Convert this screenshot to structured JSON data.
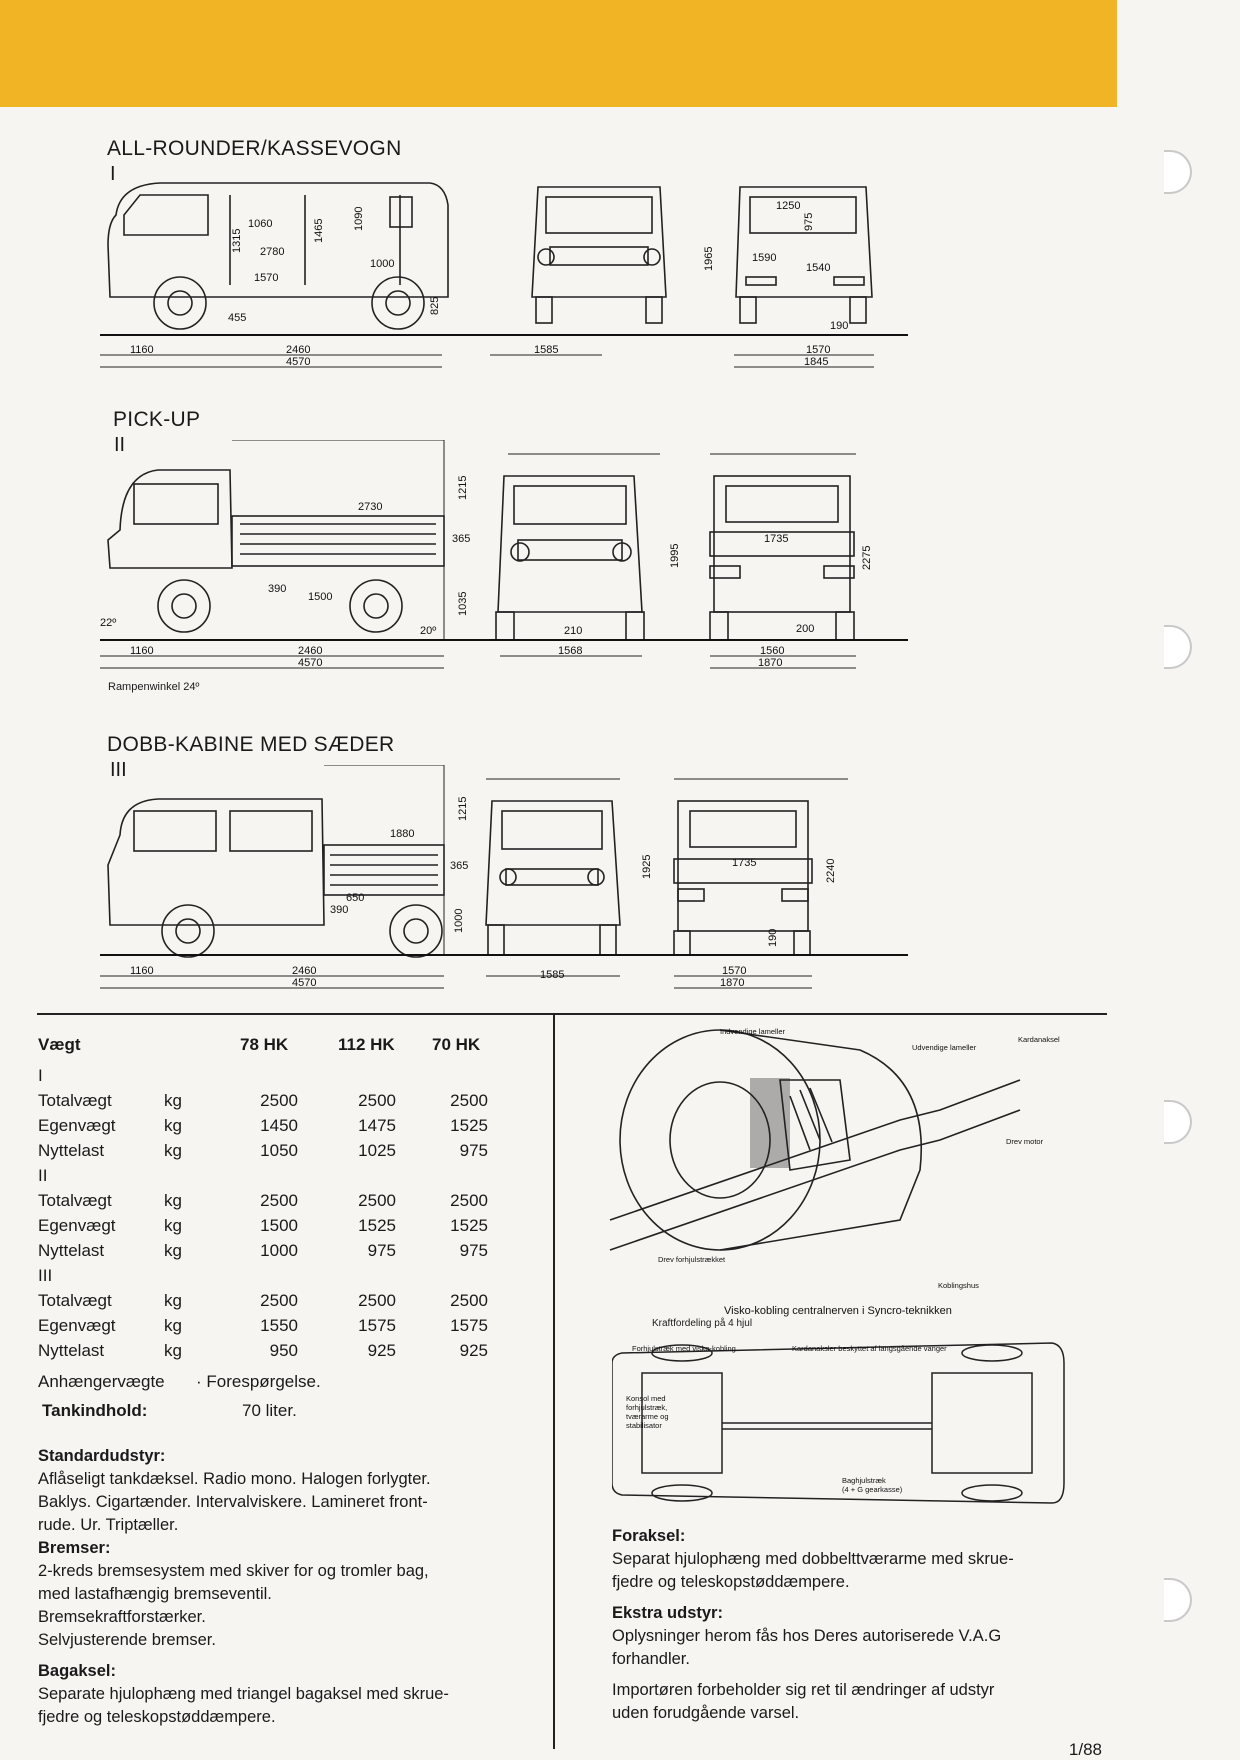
{
  "sections": [
    {
      "title": "ALL-ROUNDER/KASSEVOGN",
      "numeral": "I",
      "dims": [
        "1060",
        "2780",
        "1570",
        "1315",
        "1465",
        "1090",
        "1000",
        "825",
        "455",
        "1160",
        "2460",
        "4570",
        "1585",
        "1965",
        "1250",
        "975",
        "1590",
        "1540",
        "190",
        "1570",
        "1845"
      ]
    },
    {
      "title": "PICK-UP",
      "numeral": "II",
      "dims": [
        "2730",
        "1215",
        "365",
        "390",
        "1500",
        "1035",
        "22º",
        "20º",
        "1160",
        "2460",
        "4570",
        "210",
        "1568",
        "1995",
        "1735",
        "2275",
        "200",
        "1560",
        "1870"
      ],
      "caption": "Rampenwinkel 24º"
    },
    {
      "title": "DOBB-KABINE MED SÆDER",
      "numeral": "III",
      "dims": [
        "1880",
        "1215",
        "365",
        "650",
        "390",
        "1000",
        "1160",
        "2460",
        "4570",
        "1585",
        "1925",
        "1735",
        "2240",
        "190",
        "1570",
        "1870"
      ]
    }
  ],
  "weights": {
    "header": {
      "label": "Vægt",
      "cols": [
        "78 HK",
        "112 HK",
        "70 HK"
      ]
    },
    "groups": [
      {
        "numeral": "I",
        "rows": [
          {
            "label": "Totalvægt",
            "unit": "kg",
            "v": [
              "2500",
              "2500",
              "2500"
            ]
          },
          {
            "label": "Egenvægt",
            "unit": "kg",
            "v": [
              "1450",
              "1475",
              "1525"
            ]
          },
          {
            "label": "Nyttelast",
            "unit": "kg",
            "v": [
              "1050",
              "1025",
              "975"
            ]
          }
        ]
      },
      {
        "numeral": "II",
        "rows": [
          {
            "label": "Totalvægt",
            "unit": "kg",
            "v": [
              "2500",
              "2500",
              "2500"
            ]
          },
          {
            "label": "Egenvægt",
            "unit": "kg",
            "v": [
              "1500",
              "1525",
              "1525"
            ]
          },
          {
            "label": "Nyttelast",
            "unit": "kg",
            "v": [
              "1000",
              "975",
              "975"
            ]
          }
        ]
      },
      {
        "numeral": "III",
        "rows": [
          {
            "label": "Totalvægt",
            "unit": "kg",
            "v": [
              "2500",
              "2500",
              "2500"
            ]
          },
          {
            "label": "Egenvægt",
            "unit": "kg",
            "v": [
              "1550",
              "1575",
              "1575"
            ]
          },
          {
            "label": "Nyttelast",
            "unit": "kg",
            "v": [
              "950",
              "925",
              "925"
            ]
          }
        ]
      }
    ],
    "trailer_label": "Anhængervægte",
    "trailer_value": "· Forespørgelse.",
    "tank_label": "Tankindhold:",
    "tank_value": "70 liter."
  },
  "left_text": {
    "std_head": "Standardudstyr:",
    "std_l1": "Aflåseligt tankdæksel. Radio mono. Halogen forlygter.",
    "std_l2": "Baklys. Cigartænder. Intervalviskere. Lamineret front-",
    "std_l3": "rude. Ur. Triptæller.",
    "brk_head": "Bremser:",
    "brk_l1": "2-kreds bremsesystem med skiver for og tromler bag,",
    "brk_l2": "med lastafhængig bremseventil.",
    "brk_l3": "Bremsekraftforstærker.",
    "brk_l4": "Selvjusterende bremser.",
    "rear_head": "Bagaksel:",
    "rear_l1": "Separate hjulophæng med triangel bagaksel med skrue-",
    "rear_l2": "fjedre og teleskopstøddæmpere."
  },
  "figure_labels": {
    "inner_plates": "Indvendige lameller",
    "outer_plates": "Udvendige lameller",
    "prop_shaft": "Kardanaksel",
    "drive_motor": "Drev motor",
    "drive_front": "Drev forhjulstrækket",
    "housing": "Koblingshus",
    "caption1": "Visko-kobling centralnerven i Syncro-teknikken",
    "caption2": "Kraftfordeling på 4 hjul",
    "front_drive": "Forhjulstræk med visko-kobling",
    "shafts": "Kardanaksler beskyttet af langsgående vanger",
    "console_l1": "Konsol med",
    "console_l2": "forhjulstræk,",
    "console_l3": "tværarme og",
    "console_l4": "stabilisator",
    "rear_drive_l1": "Baghjulstræk",
    "rear_drive_l2": "(4 + G gearkasse)"
  },
  "right_text": {
    "front_head": "Foraksel:",
    "front_l1": "Separat hjulophæng med dobbelttværarme med skrue-",
    "front_l2": "fjedre og teleskopstøddæmpere.",
    "extra_head": "Ekstra udstyr:",
    "extra_l1": "Oplysninger herom fås hos Deres autoriserede V.A.G",
    "extra_l2": "forhandler.",
    "imp_l1": "Importøren forbeholder sig ret til ændringer af udstyr",
    "imp_l2": "uden forudgående varsel."
  },
  "page_number": "1/88",
  "colors": {
    "band": "#f0b424",
    "paper": "#f6f5f2",
    "ink": "#1a1a1a"
  }
}
